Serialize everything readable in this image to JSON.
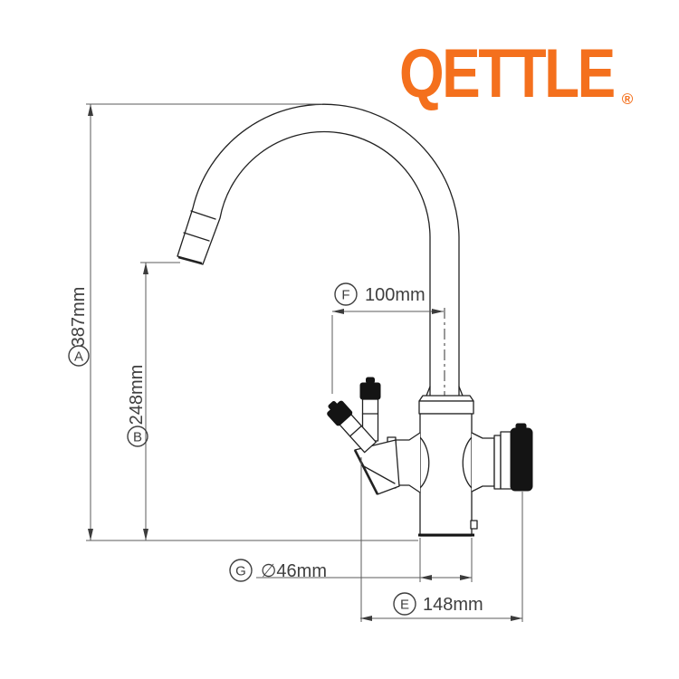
{
  "brand": {
    "name": "QETTLE",
    "registered_mark": "®",
    "color": "#F4701D"
  },
  "diagram": {
    "type": "technical-drawing",
    "subject": "kitchen tap front elevation with dimension callouts",
    "colors": {
      "drawing_line": "#222222",
      "dimension_line": "#5b5b5b",
      "label_text": "#3f3f3f"
    },
    "dimensions": {
      "A": {
        "letter": "A",
        "value": "387mm"
      },
      "B": {
        "letter": "B",
        "value": "248mm"
      },
      "F": {
        "letter": "F",
        "value": "100mm"
      },
      "G": {
        "letter": "G",
        "value": "∅46mm"
      },
      "E": {
        "letter": "E",
        "value": "148mm"
      }
    }
  }
}
